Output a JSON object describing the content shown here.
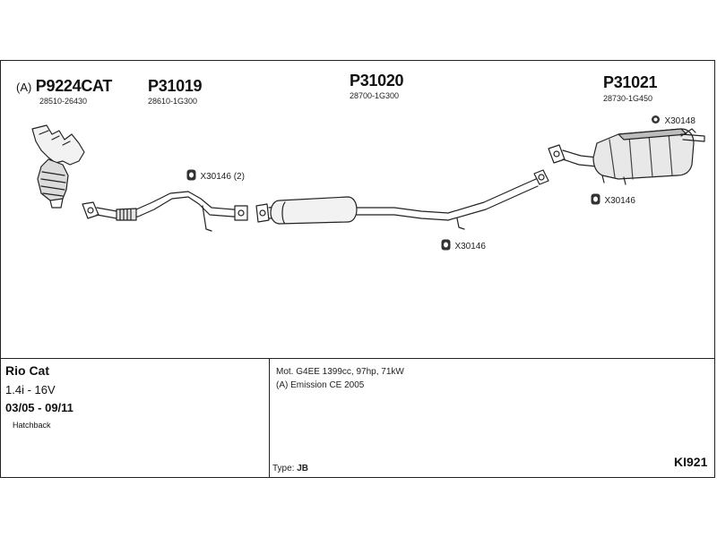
{
  "parts": [
    {
      "prefix": "(A)",
      "code": "P9224CAT",
      "oem": "28510-26430"
    },
    {
      "code": "P31019",
      "oem": "28610-1G300"
    },
    {
      "code": "P31020",
      "oem": "28700-1G300"
    },
    {
      "code": "P31021",
      "oem": "28730-1G450"
    }
  ],
  "fittings": [
    {
      "label": "X30146 (2)",
      "icon": "rubber-mount-icon"
    },
    {
      "label": "X30146",
      "icon": "rubber-mount-icon"
    },
    {
      "label": "X30148",
      "icon": "clamp-icon"
    },
    {
      "label": "X30146",
      "icon": "rubber-mount-icon"
    }
  ],
  "vehicle": {
    "model": "Rio Cat",
    "engine": "1.4i - 16V",
    "years": "03/05 - 09/11",
    "body": "Hatchback"
  },
  "specs": {
    "motor": "Mot. G4EE 1399cc, 97hp, 71kW",
    "emission": "(A) Emission CE 2005",
    "type_label": "Type:",
    "type_value": "JB"
  },
  "kit_code": "KI921",
  "colors": {
    "line": "#222222",
    "fill_light": "#f2f2f2",
    "fill_dark": "#555555"
  }
}
